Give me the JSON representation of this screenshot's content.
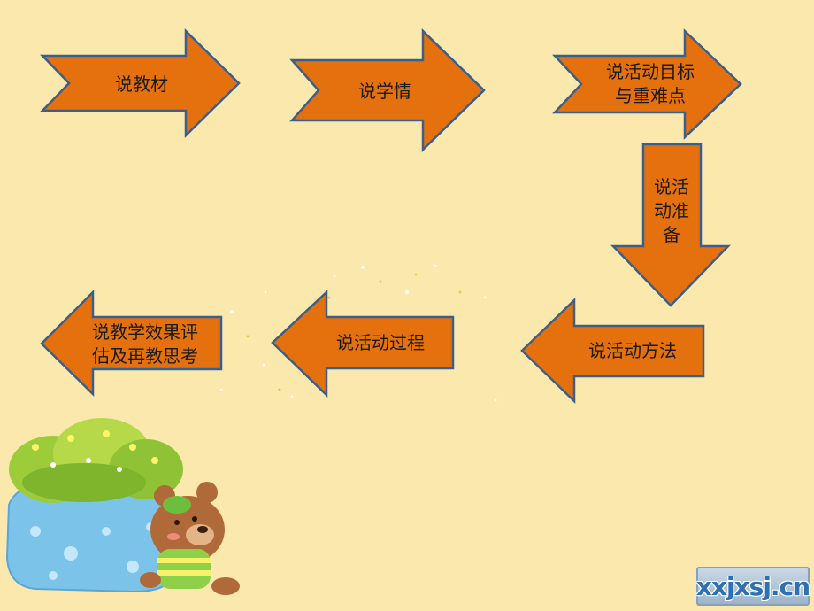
{
  "colors": {
    "background": "#fbe8ad",
    "arrow_fill": "#e5700e",
    "arrow_outline": "#3a5f8c",
    "text": "#1a1a1a"
  },
  "flow": [
    {
      "id": "teaching-material",
      "label": "说教材",
      "direction": "right"
    },
    {
      "id": "learner-analysis",
      "label": "说学情",
      "direction": "right"
    },
    {
      "id": "activity-goals",
      "label": "说活动目标\n与重难点",
      "direction": "right"
    },
    {
      "id": "activity-preparation",
      "label": "说活\n动准\n备",
      "direction": "down"
    },
    {
      "id": "activity-methods",
      "label": "说活动方法",
      "direction": "left"
    },
    {
      "id": "activity-process",
      "label": "说活动过程",
      "direction": "left"
    },
    {
      "id": "evaluation",
      "label": "说教学效果评\n估及再教思考",
      "direction": "left"
    }
  ],
  "watermark": "xxjxsj.cn"
}
